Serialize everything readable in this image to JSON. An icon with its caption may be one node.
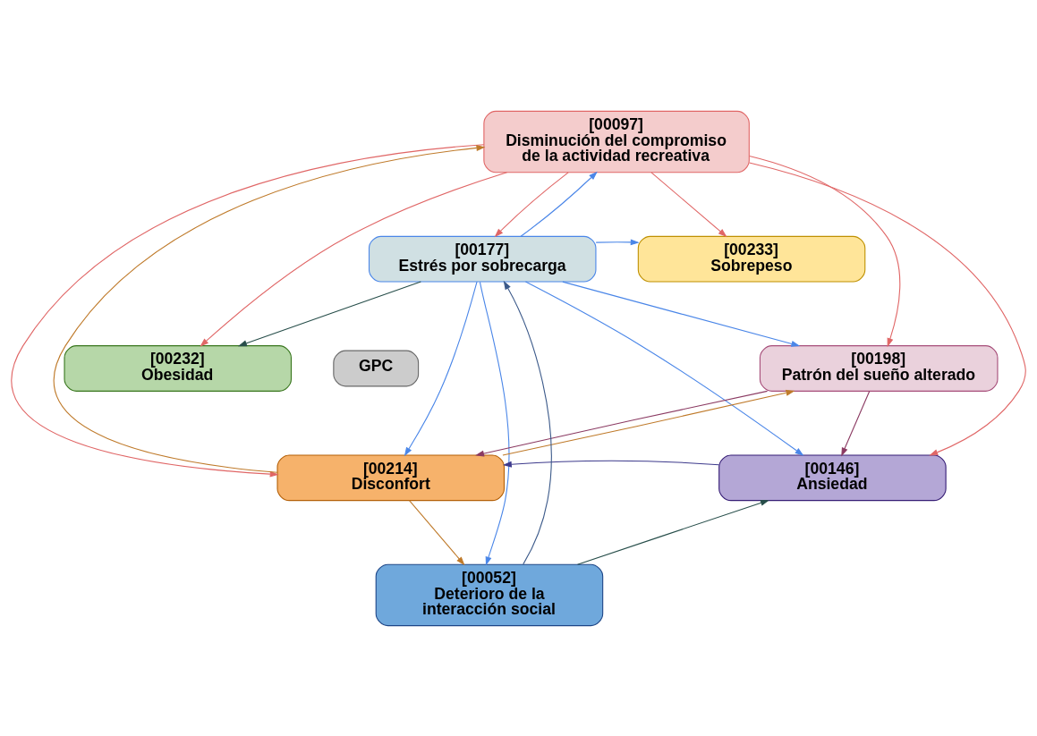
{
  "diagram": {
    "nodes": [
      {
        "text": [
          "[00097]",
          "Disminución del compromiso de la actividad recreativa"
        ]
      },
      {
        "text": [
          "[00177]",
          "Estrés por sobrecarga"
        ]
      },
      {
        "text": [
          "[00233]",
          "Sobrepeso"
        ]
      },
      {
        "text": [
          "[00232]",
          "Obesidad"
        ]
      },
      {
        "text": [
          "GPC"
        ]
      },
      {
        "text": [
          "[00198]",
          "Patrón del sueño alterado"
        ]
      },
      {
        "text": [
          "[00214]",
          "Disconfort"
        ]
      },
      {
        "text": [
          "[00146]",
          "Ansiedad"
        ]
      },
      {
        "text": [
          "[00052]",
          "Deterioro de la interacción social"
        ]
      }
    ],
    "edges": [
      {
        "from": 0,
        "to": 1,
        "arrow": "to",
        "color": "#e06666"
      },
      {
        "from": 0,
        "to": 2,
        "arrow": "to",
        "color": "#e06666"
      },
      {
        "from": 0,
        "to": 3,
        "arrow": "to",
        "color": "#e06666"
      },
      {
        "from": 0,
        "to": 5,
        "arrow": "to",
        "color": "#e06666"
      },
      {
        "from": 0,
        "to": 6,
        "arrow": "to",
        "color": "#e06666"
      },
      {
        "from": 0,
        "to": 7,
        "arrow": "to",
        "color": "#e06666"
      },
      {
        "from": 1,
        "to": 0,
        "arrow": "to",
        "color": "#4a86e8"
      },
      {
        "from": 1,
        "to": 2,
        "arrow": "to",
        "color": "#4a86e8"
      },
      {
        "from": 1,
        "to": 5,
        "arrow": "to",
        "color": "#4a86e8"
      },
      {
        "from": 1,
        "to": 7,
        "arrow": "to",
        "color": "#4a86e8"
      },
      {
        "from": 1,
        "to": 8,
        "arrow": "to",
        "color": "#4a86e8"
      },
      {
        "from": 1,
        "to": 6,
        "arrow": "to",
        "color": "#4a86e8"
      },
      {
        "from": 1,
        "to": 3,
        "arrow": "to",
        "color": "#274e4a"
      },
      {
        "from": 8,
        "to": 1,
        "arrow": "to",
        "color": "#3c5a8a"
      },
      {
        "from": 6,
        "to": 0,
        "arrow": "to",
        "color": "#bf7a2a"
      },
      {
        "from": 6,
        "to": 5,
        "arrow": "to",
        "color": "#bf7a2a"
      },
      {
        "from": 6,
        "to": 8,
        "arrow": "to",
        "color": "#bf7a2a"
      },
      {
        "from": 5,
        "to": 6,
        "arrow": "to",
        "color": "#8b3a62"
      },
      {
        "from": 5,
        "to": 7,
        "arrow": "to",
        "color": "#8b3a62"
      },
      {
        "from": 7,
        "to": 6,
        "arrow": "to",
        "color": "#3d3a8c"
      },
      {
        "from": 8,
        "to": 7,
        "arrow": "to",
        "color": "#274e4a"
      }
    ]
  }
}
